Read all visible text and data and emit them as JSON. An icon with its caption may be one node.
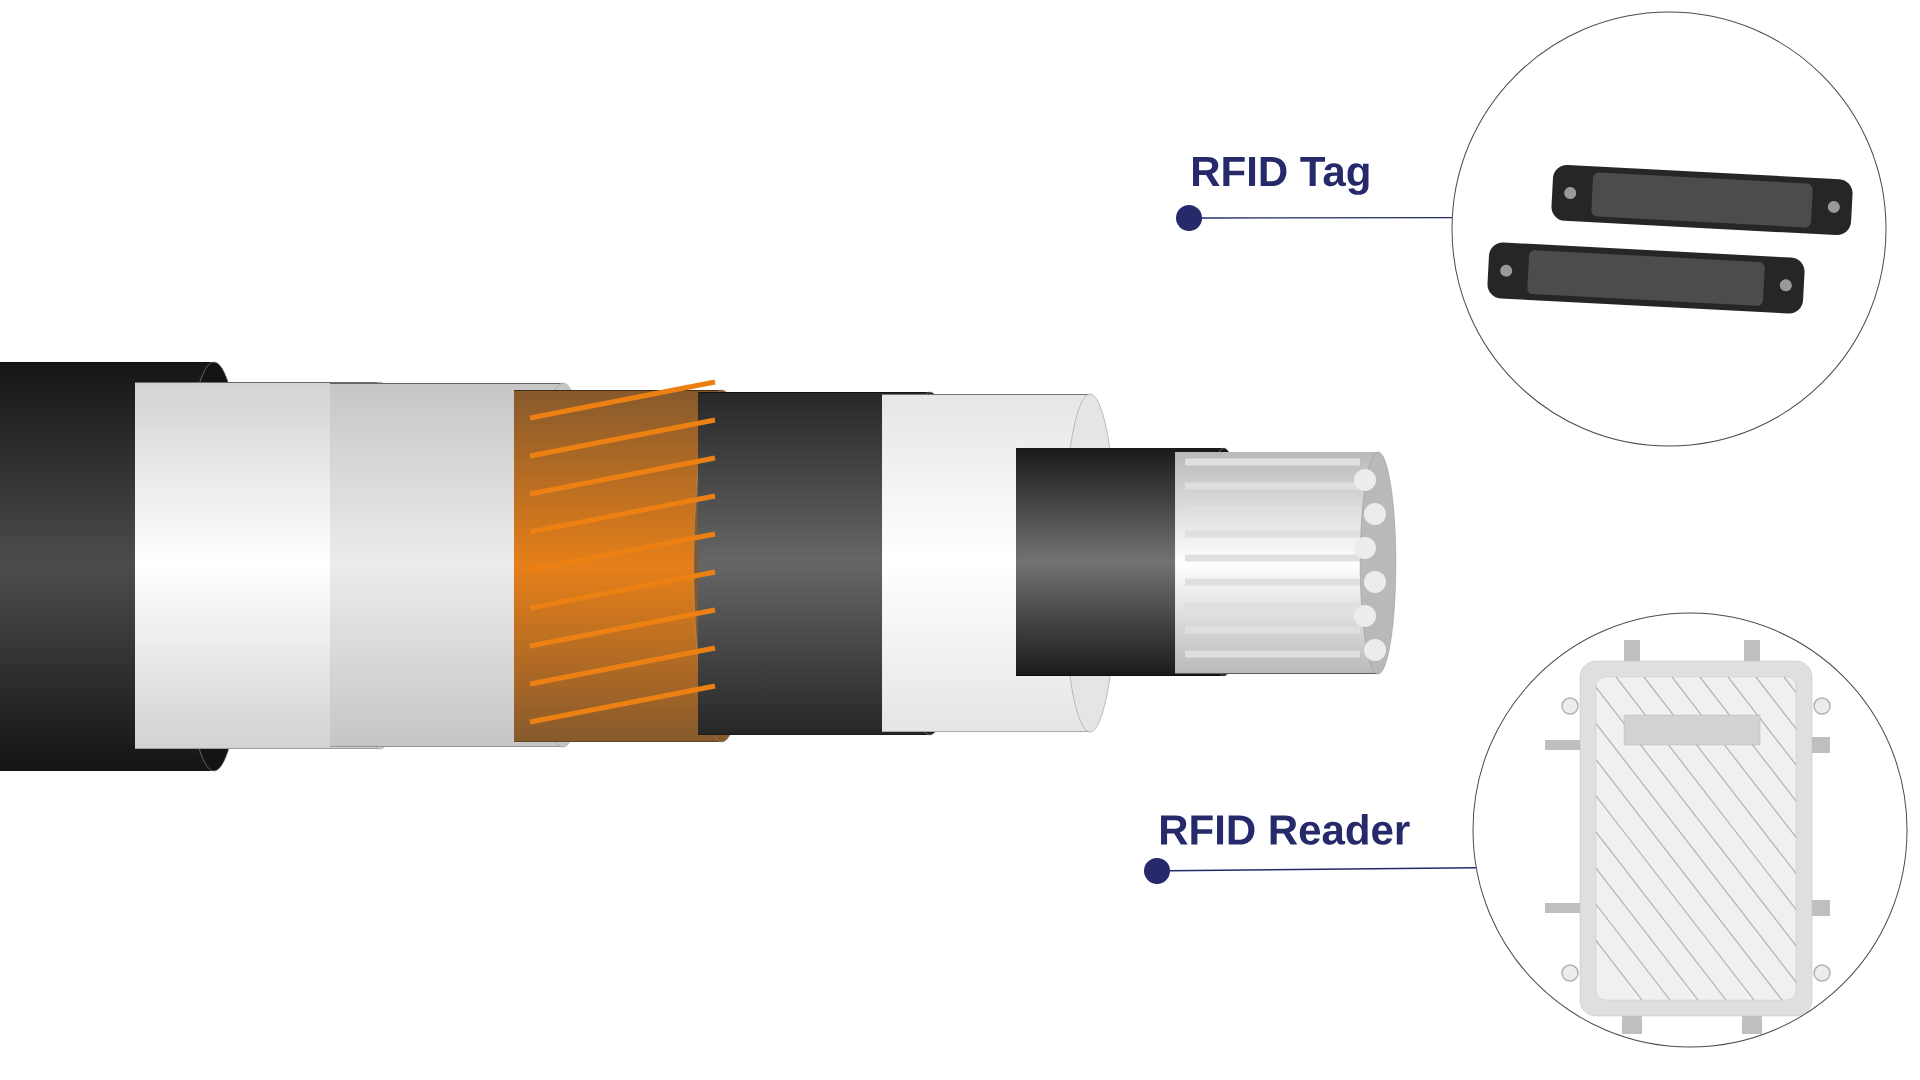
{
  "diagram": {
    "nodes": [
      {
        "text": [
          "RFID Tag"
        ]
      },
      {
        "text": [],
        "shape": "circle"
      },
      {
        "text": [
          "RFID Reader"
        ]
      },
      {
        "text": [],
        "shape": "circle"
      }
    ],
    "edges": [
      {
        "from": 0,
        "to": 1,
        "arrow": "other"
      },
      {
        "from": 2,
        "to": 3,
        "arrow": "other"
      }
    ]
  }
}
